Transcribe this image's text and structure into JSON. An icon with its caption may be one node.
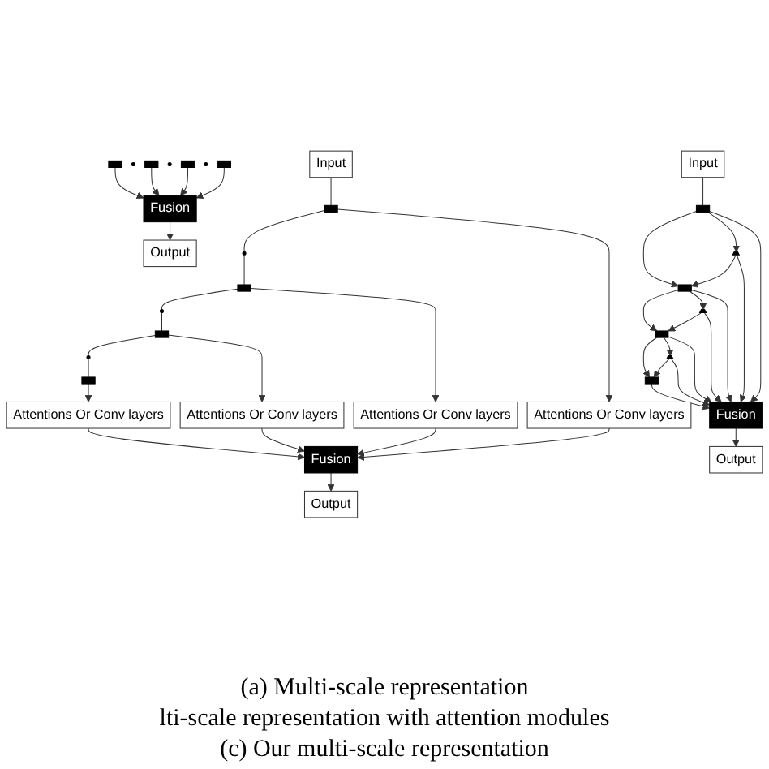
{
  "diagram": {
    "nodes": [
      {
        "text": [],
        "shape": "bar"
      },
      {
        "text": [],
        "shape": "circle"
      },
      {
        "text": [],
        "shape": "bar"
      },
      {
        "text": [],
        "shape": "circle"
      },
      {
        "text": [],
        "shape": "bar"
      },
      {
        "text": [],
        "shape": "circle"
      },
      {
        "text": [],
        "shape": "bar"
      },
      {
        "text": [
          "Fusion"
        ]
      },
      {
        "text": [
          "Output"
        ]
      },
      {
        "text": [
          "Input"
        ]
      },
      {
        "text": [],
        "shape": "bar"
      },
      {
        "text": [],
        "shape": "circle"
      },
      {
        "text": [],
        "shape": "bar"
      },
      {
        "text": [],
        "shape": "circle"
      },
      {
        "text": [],
        "shape": "bar"
      },
      {
        "text": [],
        "shape": "circle"
      },
      {
        "text": [],
        "shape": "bar"
      },
      {
        "text": [
          "Attentions Or Conv layers"
        ]
      },
      {
        "text": [
          "Attentions Or Conv layers"
        ]
      },
      {
        "text": [
          "Attentions Or Conv layers"
        ]
      },
      {
        "text": [
          "Attentions Or Conv layers"
        ]
      },
      {
        "text": [
          "Fusion"
        ]
      },
      {
        "text": [
          "Output"
        ]
      },
      {
        "text": [
          "Input"
        ]
      },
      {
        "text": [],
        "shape": "bar"
      },
      {
        "text": [],
        "shape": "trapezoid"
      },
      {
        "text": [],
        "shape": "bar"
      },
      {
        "text": [],
        "shape": "trapezoid"
      },
      {
        "text": [],
        "shape": "bar"
      },
      {
        "text": [],
        "shape": "trapezoid"
      },
      {
        "text": [],
        "shape": "bar"
      },
      {
        "text": [
          "Fusion"
        ]
      },
      {
        "text": [
          "Output"
        ]
      }
    ],
    "edges": [
      {
        "from": 0,
        "to": 7,
        "arrow": "to"
      },
      {
        "from": 2,
        "to": 7,
        "arrow": "to"
      },
      {
        "from": 4,
        "to": 7,
        "arrow": "to"
      },
      {
        "from": 6,
        "to": 7,
        "arrow": "to"
      },
      {
        "from": 7,
        "to": 8,
        "arrow": "to"
      },
      {
        "from": 9,
        "to": 10,
        "arrow": "none"
      },
      {
        "from": 10,
        "to": 11,
        "arrow": "none"
      },
      {
        "from": 11,
        "to": 12,
        "arrow": "none"
      },
      {
        "from": 12,
        "to": 13,
        "arrow": "none"
      },
      {
        "from": 13,
        "to": 14,
        "arrow": "none"
      },
      {
        "from": 14,
        "to": 15,
        "arrow": "none"
      },
      {
        "from": 15,
        "to": 16,
        "arrow": "none"
      },
      {
        "from": 10,
        "to": 17,
        "arrow": "to"
      },
      {
        "from": 12,
        "to": 18,
        "arrow": "to"
      },
      {
        "from": 14,
        "to": 19,
        "arrow": "to"
      },
      {
        "from": 16,
        "to": 20,
        "arrow": "to"
      },
      {
        "from": 17,
        "to": 21,
        "arrow": "to"
      },
      {
        "from": 18,
        "to": 21,
        "arrow": "to"
      },
      {
        "from": 19,
        "to": 21,
        "arrow": "to"
      },
      {
        "from": 20,
        "to": 21,
        "arrow": "to"
      },
      {
        "from": 21,
        "to": 22,
        "arrow": "to"
      },
      {
        "from": 23,
        "to": 24,
        "arrow": "none"
      },
      {
        "from": 24,
        "to": 26,
        "arrow": "to"
      },
      {
        "from": 26,
        "to": 28,
        "arrow": "to"
      },
      {
        "from": 28,
        "to": 30,
        "arrow": "to"
      },
      {
        "from": 24,
        "to": 25,
        "arrow": "to"
      },
      {
        "from": 25,
        "to": 26,
        "arrow": "to"
      },
      {
        "from": 26,
        "to": 27,
        "arrow": "to"
      },
      {
        "from": 27,
        "to": 28,
        "arrow": "to"
      },
      {
        "from": 28,
        "to": 29,
        "arrow": "to"
      },
      {
        "from": 29,
        "to": 30,
        "arrow": "to"
      },
      {
        "from": 24,
        "to": 31,
        "arrow": "to"
      },
      {
        "from": 25,
        "to": 31,
        "arrow": "to"
      },
      {
        "from": 26,
        "to": 31,
        "arrow": "to"
      },
      {
        "from": 27,
        "to": 31,
        "arrow": "to"
      },
      {
        "from": 28,
        "to": 31,
        "arrow": "to"
      },
      {
        "from": 29,
        "to": 31,
        "arrow": "to"
      },
      {
        "from": 30,
        "to": 31,
        "arrow": "to"
      },
      {
        "from": 31,
        "to": 32,
        "arrow": "to"
      }
    ],
    "labels": [
      "(a) Multi-scale representation",
      "lti-scale representation with attention modules",
      "(c) Our multi-scale representation"
    ]
  }
}
